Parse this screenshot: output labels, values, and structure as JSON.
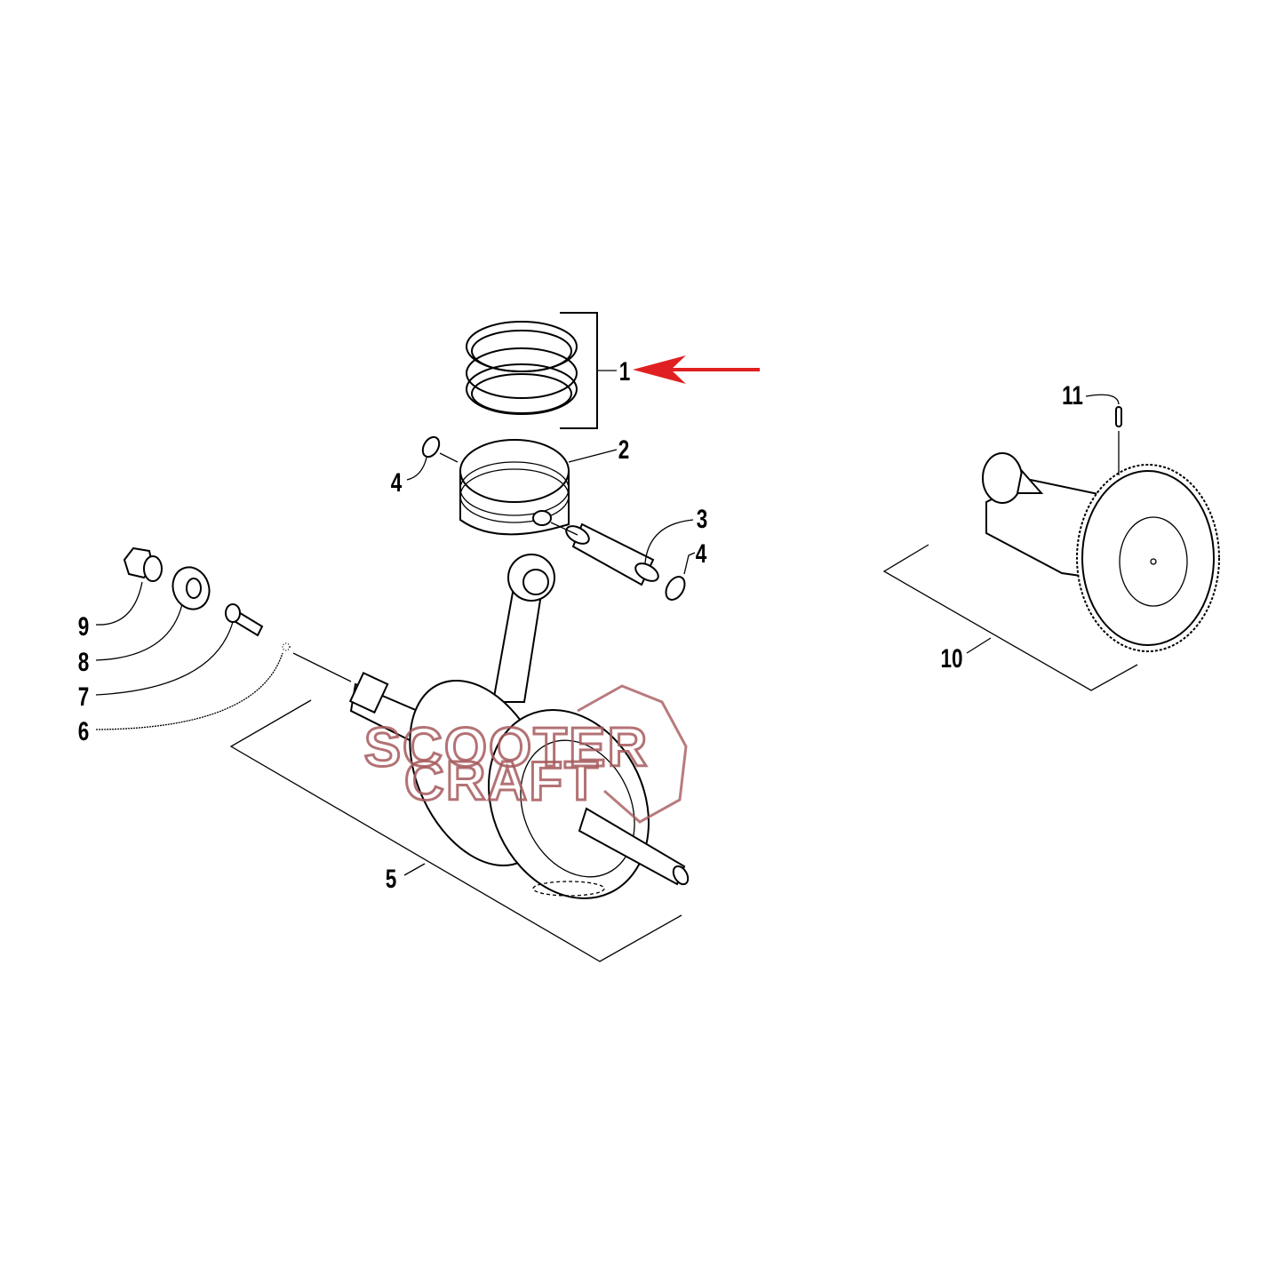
{
  "diagram": {
    "callouts": [
      "1",
      "2",
      "3",
      "4",
      "4",
      "5",
      "6",
      "7",
      "8",
      "9",
      "10",
      "11"
    ],
    "watermark": {
      "line1": "SCOOTER",
      "line2": "CRAFT"
    },
    "highlight_color": "#e02020",
    "watermark_color": "#a65a5c"
  }
}
